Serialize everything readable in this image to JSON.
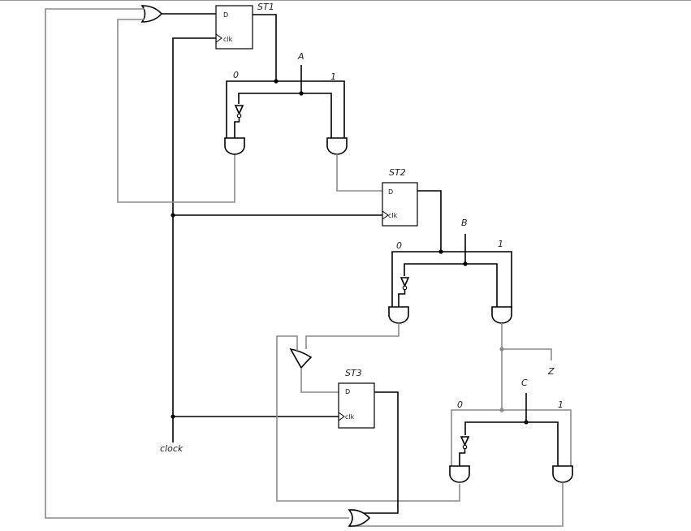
{
  "diagram": {
    "flipflops": [
      {
        "name": "ST1",
        "d_pin": "D",
        "clk_pin": "clk"
      },
      {
        "name": "ST2",
        "d_pin": "D",
        "clk_pin": "clk"
      },
      {
        "name": "ST3",
        "d_pin": "D",
        "clk_pin": "clk"
      }
    ],
    "inputs": {
      "a": "A",
      "b": "B",
      "c": "C",
      "clock": "clock"
    },
    "output": {
      "z": "Z"
    },
    "branch_labels": {
      "a_zero": "0",
      "a_one": "1",
      "b_zero": "0",
      "b_one": "1",
      "c_zero": "0",
      "c_one": "1"
    }
  }
}
